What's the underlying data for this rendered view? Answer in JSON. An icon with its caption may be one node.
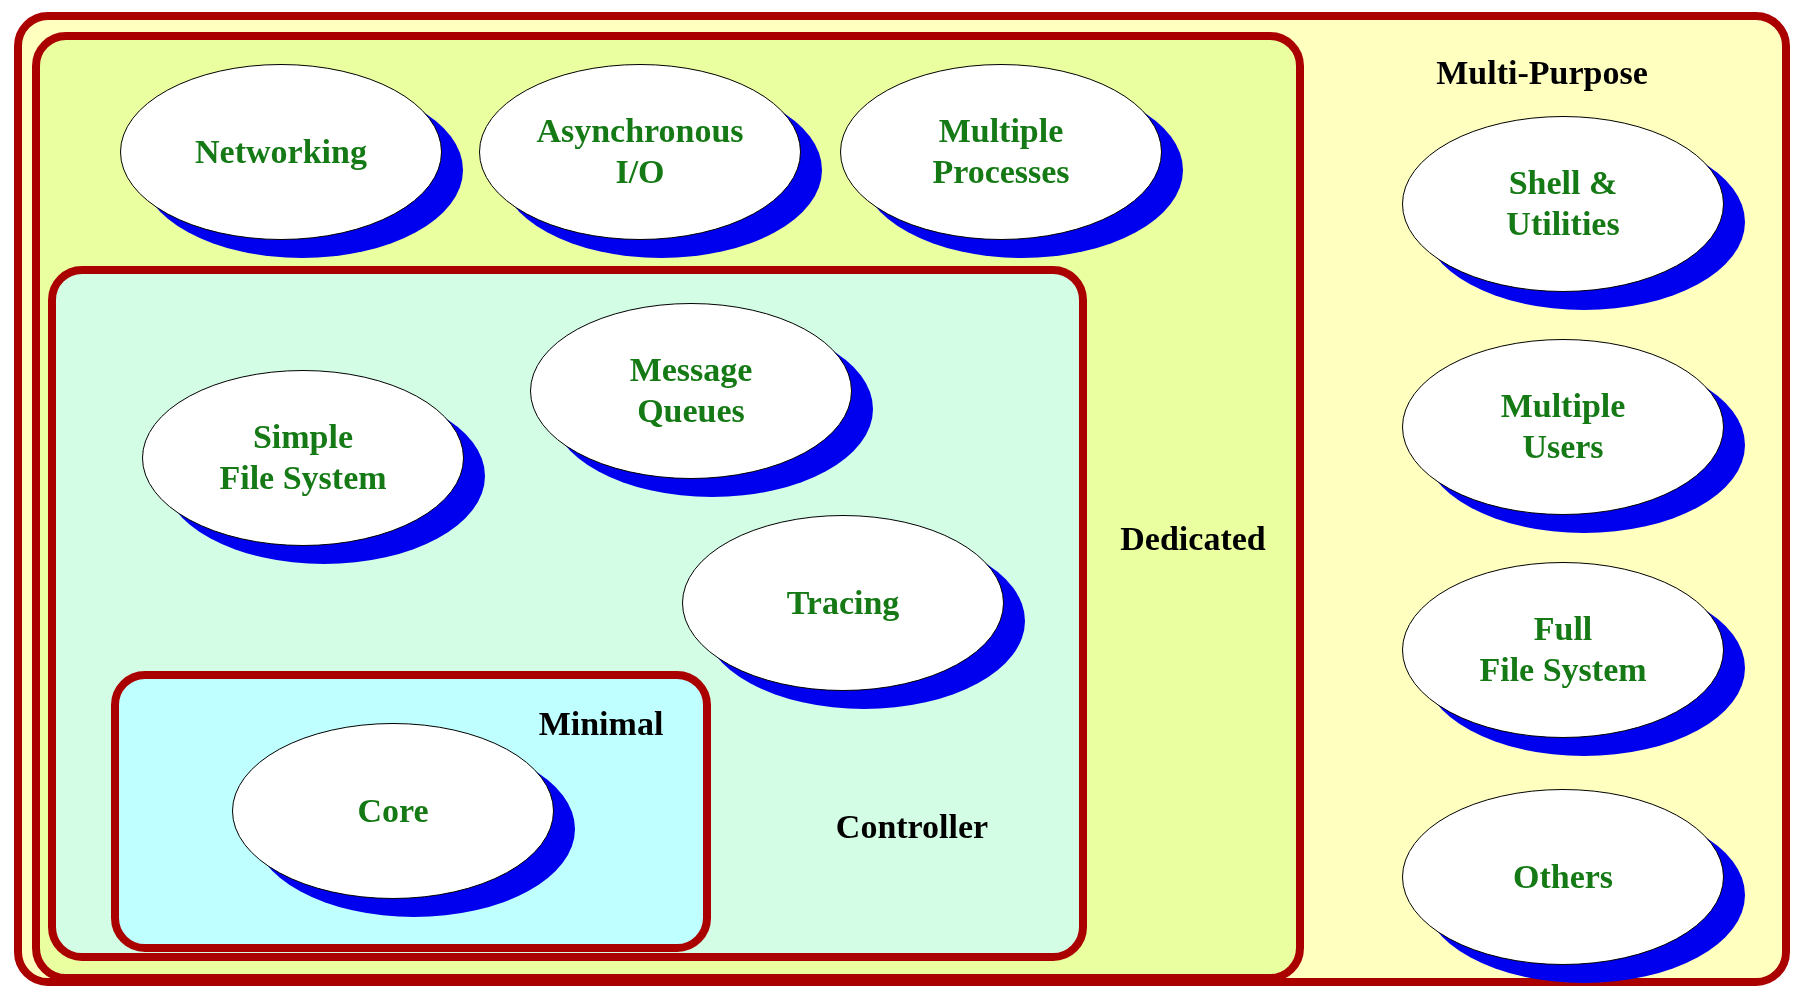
{
  "diagram": {
    "nodes": [
      {
        "text": [
          "Multi-Purpose"
        ]
      },
      {
        "text": [
          "Dedicated"
        ],
        "in": 0
      },
      {
        "text": [
          "Networking"
        ],
        "in": 1
      },
      {
        "text": [
          "Asynchronous I/O"
        ],
        "in": 1
      },
      {
        "text": [
          "Multiple Processes"
        ],
        "in": 1
      },
      {
        "text": [
          "Controller"
        ],
        "in": 1
      },
      {
        "text": [
          "Simple File System"
        ],
        "in": 5
      },
      {
        "text": [
          "Message Queues"
        ],
        "in": 5
      },
      {
        "text": [
          "Tracing"
        ],
        "in": 5
      },
      {
        "text": [
          "Minimal"
        ],
        "in": 5
      },
      {
        "text": [
          "Core"
        ],
        "in": 9
      },
      {
        "text": [
          "Shell & Utilities"
        ],
        "in": 0
      },
      {
        "text": [
          "Multiple Users"
        ],
        "in": 0
      },
      {
        "text": [
          "Full File System"
        ],
        "in": 0
      },
      {
        "text": [
          "Others"
        ],
        "in": 0
      }
    ]
  }
}
